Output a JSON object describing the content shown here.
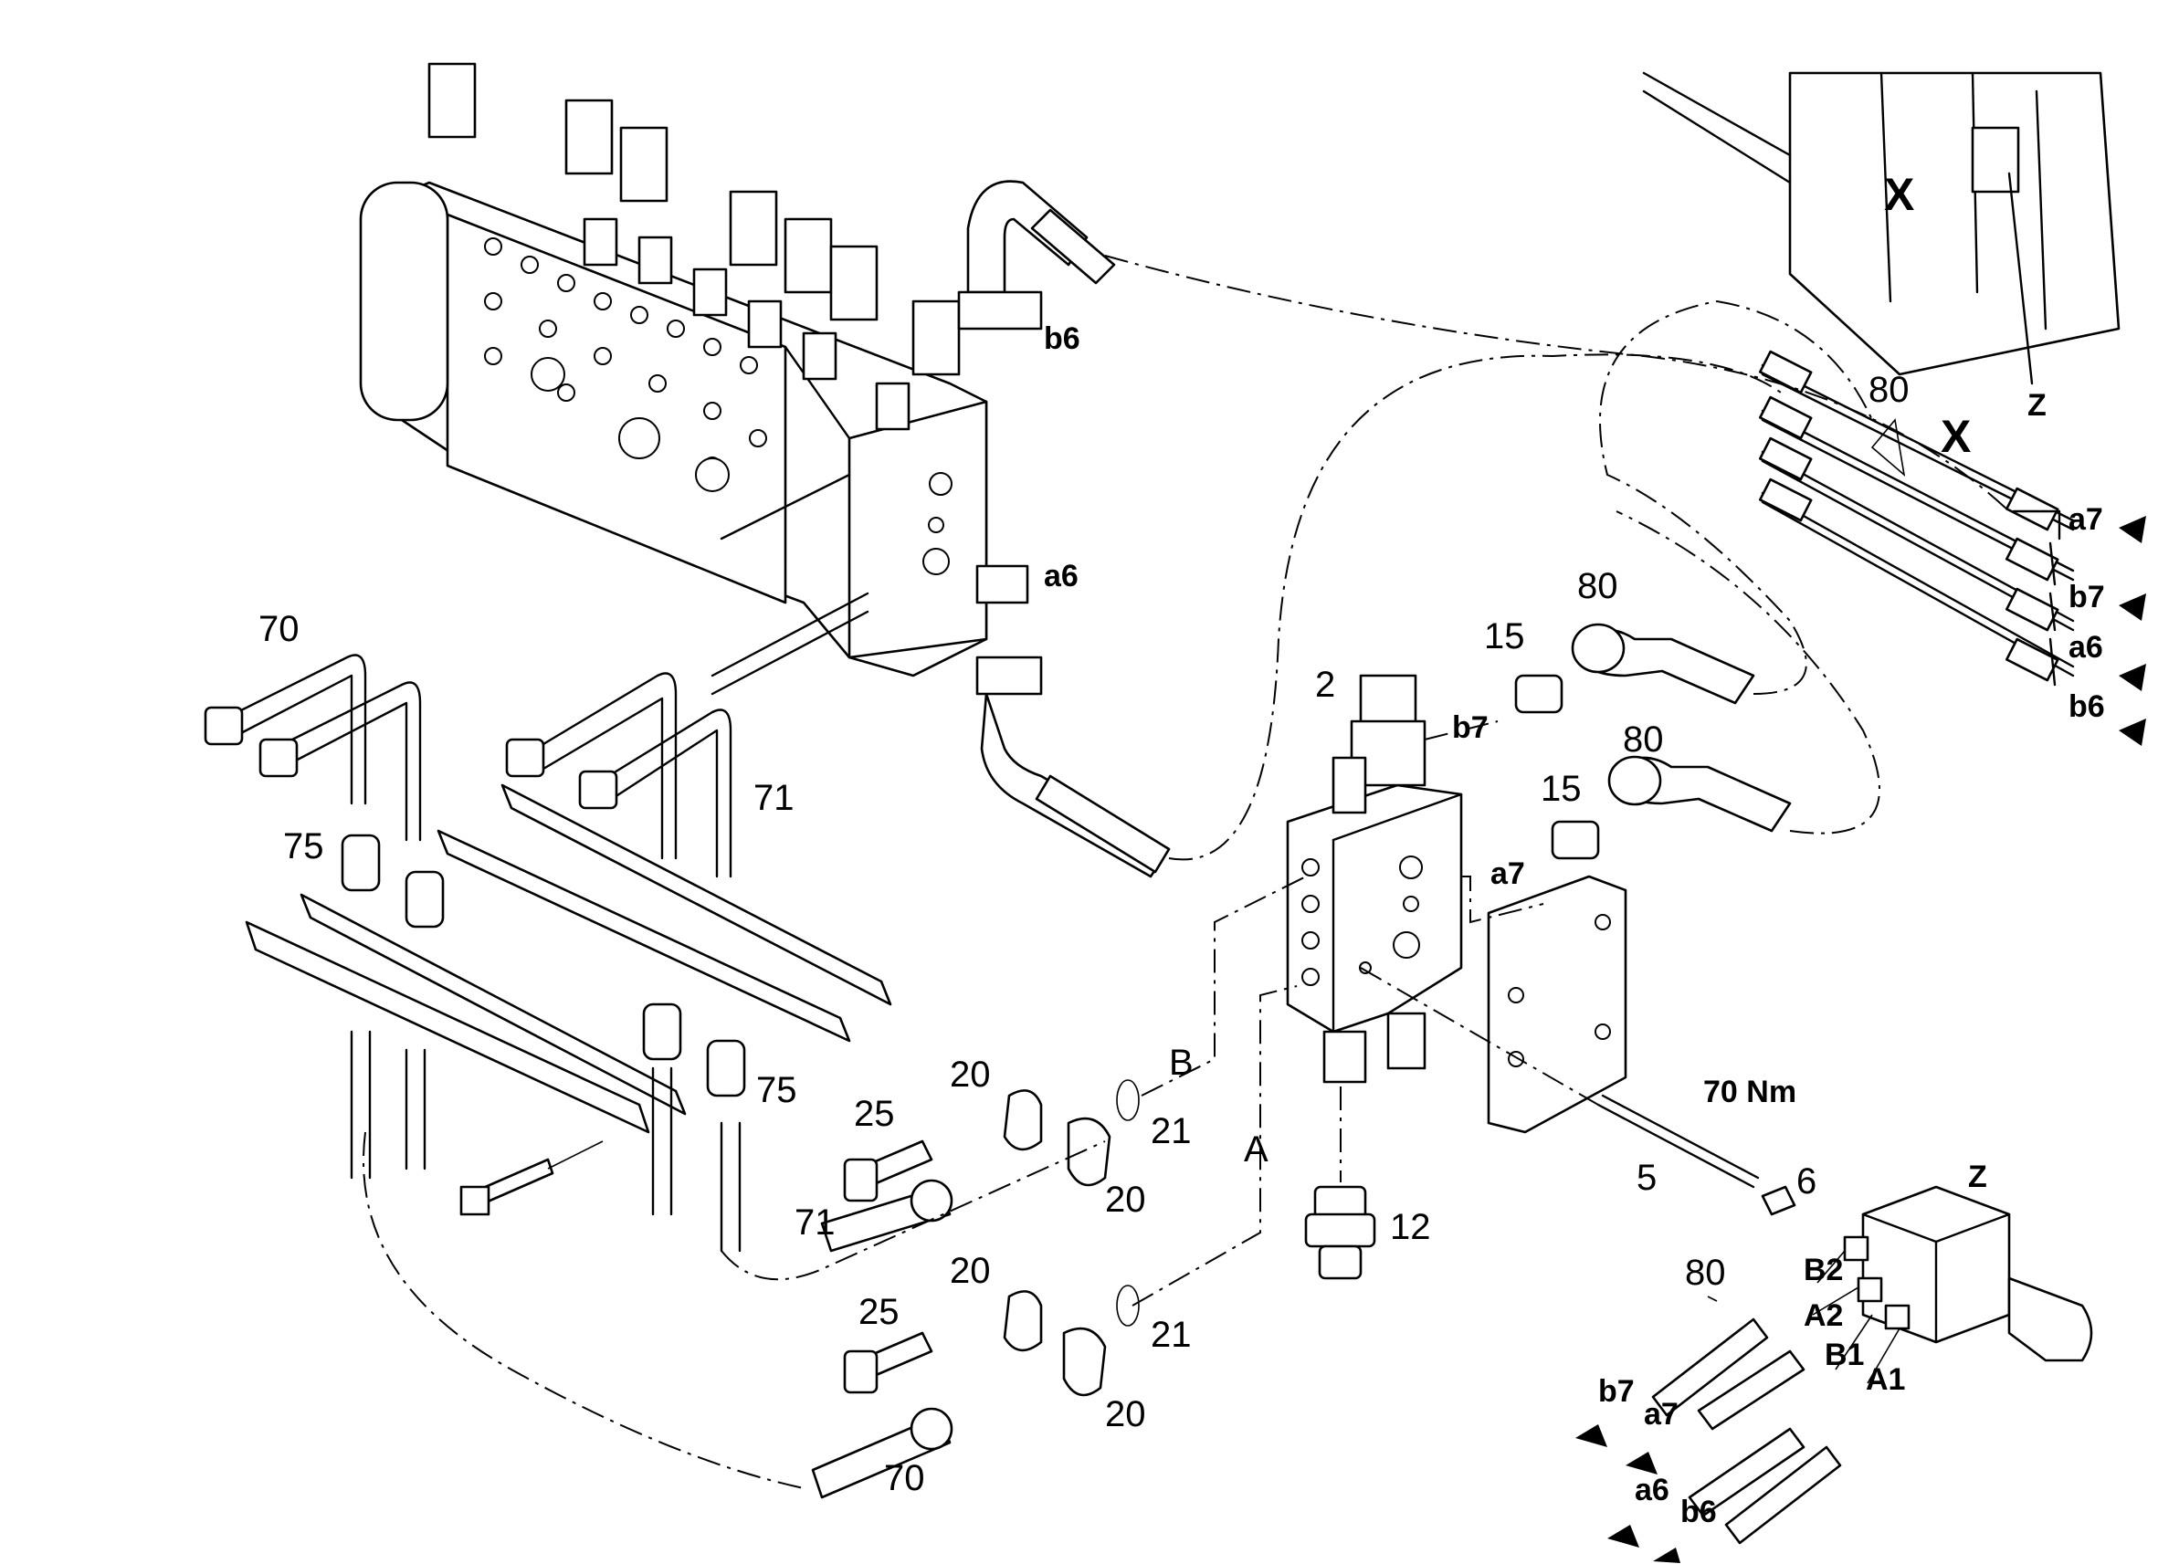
{
  "labels": {
    "n70a": "70",
    "n70b": "70",
    "n71a": "71",
    "n71b": "71",
    "n75a": "75",
    "n75b": "75",
    "n20a": "20",
    "n20b": "20",
    "n20c": "20",
    "n20d": "20",
    "n21a": "21",
    "n21b": "21",
    "n25a": "25",
    "n25b": "25",
    "n2": "2",
    "n5": "5",
    "n6": "6",
    "n12": "12",
    "n15a": "15",
    "n15b": "15",
    "n80a": "80",
    "n80b": "80",
    "n80c": "80",
    "n80d": "80",
    "b6_top": "b6",
    "a6_top": "a6",
    "b7_mid": "b7",
    "a7_mid": "a7",
    "A": "A",
    "B": "B",
    "torque": "70 Nm",
    "X1": "X",
    "X2": "X",
    "Z1": "Z",
    "Z2": "Z",
    "r_a7": "a7",
    "r_b7": "b7",
    "r_a6": "a6",
    "r_b6": "b6",
    "B2": "B2",
    "A2": "A2",
    "B1": "B1",
    "A1": "A1",
    "bl_b7": "b7",
    "bl_a7": "a7",
    "bl_a6": "a6",
    "bl_b6": "b6"
  }
}
